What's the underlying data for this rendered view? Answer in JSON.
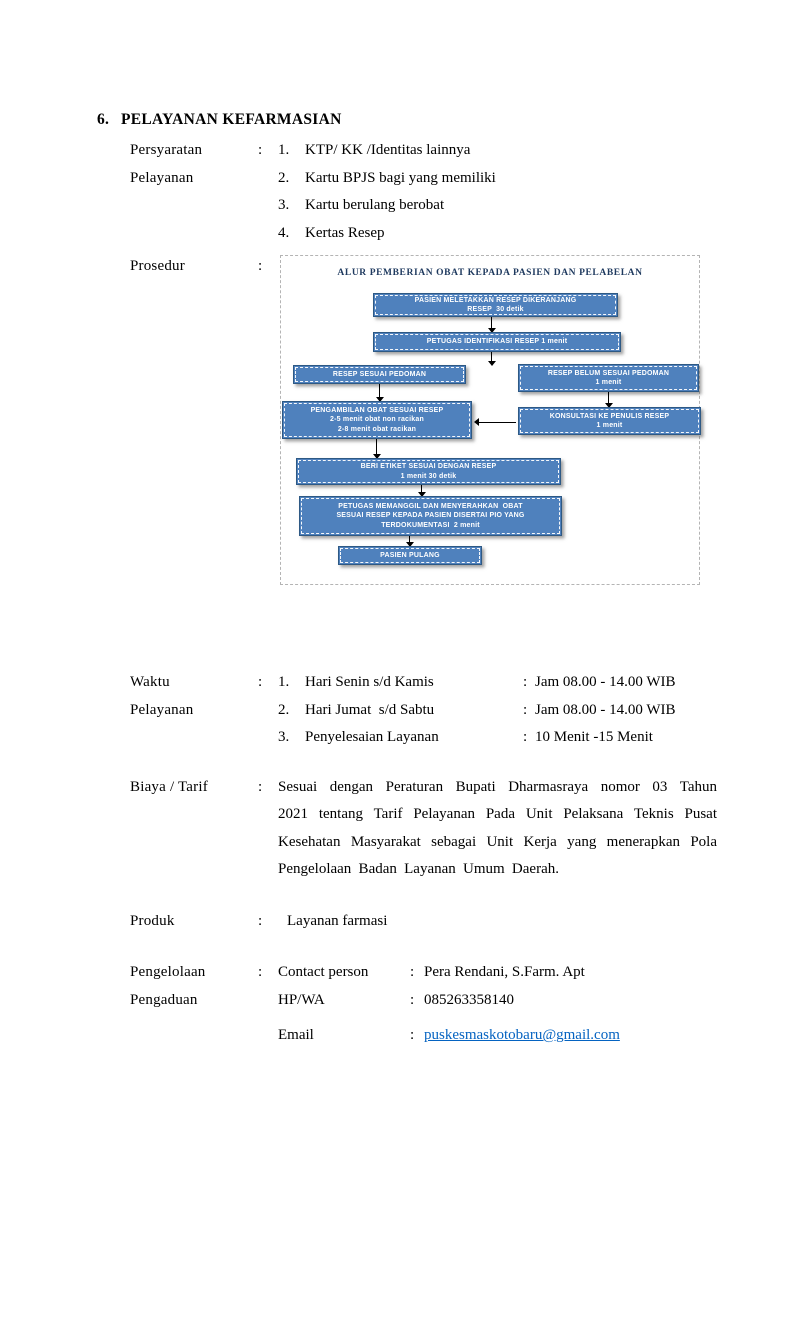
{
  "heading": {
    "number": "6.",
    "title": "PELAYANAN KEFARMASIAN"
  },
  "persyaratan": {
    "label_line1": "Persyaratan",
    "label_line2": "Pelayanan",
    "colon": ":",
    "items": [
      {
        "num": "1.",
        "text": "KTP/ KK /Identitas lainnya"
      },
      {
        "num": "2.",
        "text": "Kartu BPJS bagi yang memiliki"
      },
      {
        "num": "3.",
        "text": "Kartu berulang berobat"
      },
      {
        "num": "4.",
        "text": "Kertas Resep"
      }
    ]
  },
  "prosedur": {
    "label": "Prosedur",
    "colon": ":"
  },
  "flowchart": {
    "title": "ALUR PEMBERIAN OBAT KEPADA PASIEN DAN PELABELAN",
    "boxes": [
      {
        "lines": [
          "PASIEN MELETAKKAN RESEP DIKERANJANG",
          "RESEP  30 detik"
        ]
      },
      {
        "lines": [
          "PETUGAS IDENTIFIKASI RESEP 1 menit"
        ]
      },
      {
        "lines": [
          "RESEP SESUAI PEDOMAN"
        ]
      },
      {
        "lines": [
          "RESEP BELUM SESUAI PEDOMAN",
          "1 menit"
        ]
      },
      {
        "lines": [
          "PENGAMBILAN OBAT SESUAI RESEP",
          "2-5 menit obat non racikan",
          "2-8 menit obat racikan"
        ]
      },
      {
        "lines": [
          "KONSULTASI KE PENULIS RESEP",
          "1 menit"
        ]
      },
      {
        "lines": [
          "BERI ETIKET SESUAI DENGAN RESEP",
          "1 menit 30 detik"
        ]
      },
      {
        "lines": [
          "PETUGAS MEMANGGIL DAN MENYERAHKAN  OBAT",
          "SESUAI RESEP KEPADA PASIEN DISERTAI PIO YANG",
          "TERDOKUMENTASI  2 menit"
        ]
      },
      {
        "lines": [
          "PASIEN PULANG"
        ]
      }
    ]
  },
  "waktu": {
    "label_line1": "Waktu",
    "label_line2": "Pelayanan",
    "colon": ":",
    "items": [
      {
        "num": "1.",
        "name": "Hari Senin s/d Kamis",
        "colon": ":",
        "value": "Jam 08.00 - 14.00 WIB"
      },
      {
        "num": "2.",
        "name": "Hari Jumat  s/d Sabtu",
        "colon": ":",
        "value": "Jam 08.00 - 14.00 WIB"
      },
      {
        "num": "3.",
        "name": "Penyelesaian Layanan",
        "colon": ":",
        "value": "10 Menit -15 Menit"
      }
    ]
  },
  "biaya": {
    "label": "Biaya / Tarif",
    "colon": ":",
    "text": "Sesuai dengan Peraturan Bupati Dharmasraya nomor 03 Tahun 2021 tentang Tarif Pelayanan Pada Unit Pelaksana Teknis Pusat Kesehatan Masyarakat sebagai Unit Kerja yang menerapkan Pola Pengelolaan Badan Layanan Umum Daerah."
  },
  "produk": {
    "label": "Produk",
    "colon": ":",
    "value": "Layanan farmasi"
  },
  "pengaduan": {
    "label_line1": "Pengelolaan",
    "label_line2": "Pengaduan",
    "colon": ":",
    "entries": [
      {
        "name": "Contact person",
        "colon": ":",
        "value": "Pera Rendani, S.Farm. Apt"
      },
      {
        "name": "HP/WA",
        "colon": ":",
        "value": "085263358140"
      },
      {
        "name": "Email",
        "colon": ":",
        "value": "puskesmaskotobaru@gmail.com"
      }
    ]
  },
  "colors": {
    "flow_box_fill": "#4f81bd",
    "flow_box_border": "#2e5984",
    "flow_title_text": "#1f3a5f",
    "link_blue": "#0563c1"
  }
}
